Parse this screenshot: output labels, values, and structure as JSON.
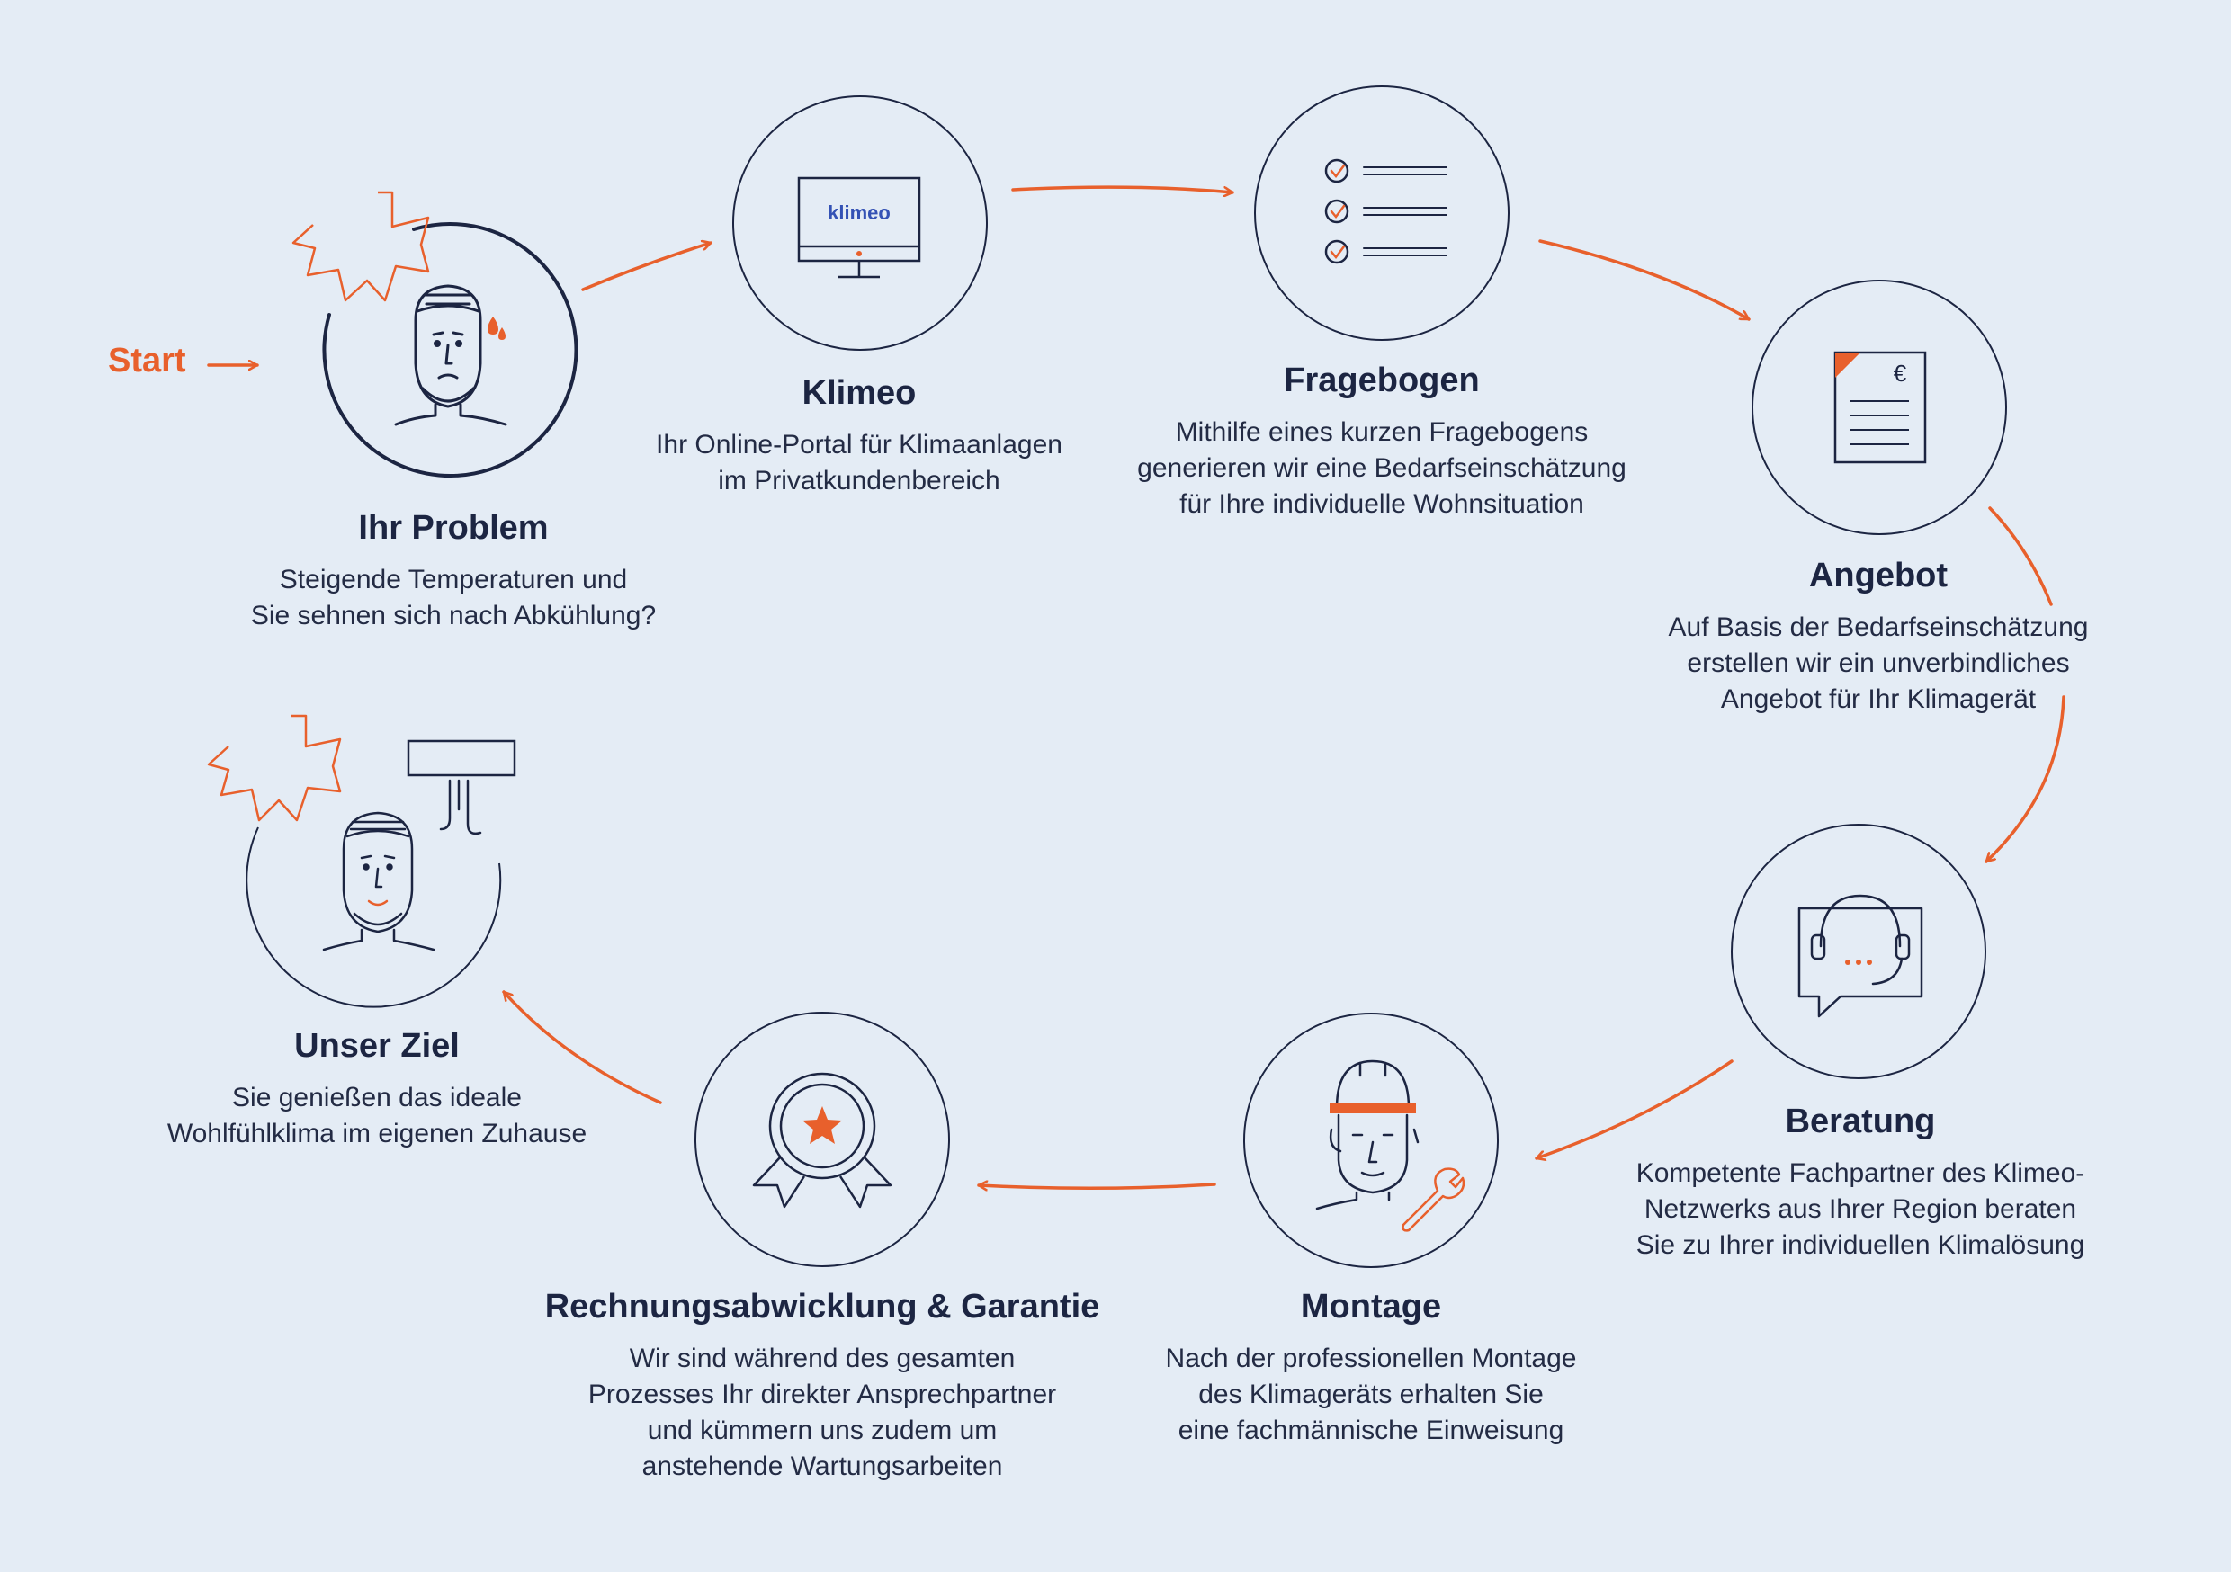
{
  "colors": {
    "background": "#e4ecf5",
    "navy": "#1c2542",
    "accent": "#e8602c",
    "monitor_logo": "#3452b5"
  },
  "start_label": "Start",
  "steps": [
    {
      "id": "problem",
      "icon": "sweating-face-sun-icon",
      "title": "Ihr Problem",
      "lines": [
        "Steigende Temperaturen und",
        "Sie sehnen sich nach Abkühlung?"
      ]
    },
    {
      "id": "klimeo",
      "icon": "computer-monitor-icon",
      "logo_text": "klimeo",
      "title": "Klimeo",
      "lines": [
        "Ihr Online-Portal für Klimaanlagen",
        "im Privatkundenbereich"
      ]
    },
    {
      "id": "fragebogen",
      "icon": "checklist-icon",
      "title": "Fragebogen",
      "lines": [
        "Mithilfe eines kurzen Fragebogens",
        "generieren wir eine Bedarfseinschätzung",
        "für Ihre individuelle Wohnsituation"
      ]
    },
    {
      "id": "angebot",
      "icon": "invoice-document-icon",
      "currency_symbol": "€",
      "title": "Angebot",
      "lines": [
        "Auf Basis der Bedarfseinschätzung",
        "erstellen wir ein unverbindliches",
        "Angebot für Ihr Klimagerät"
      ]
    },
    {
      "id": "beratung",
      "icon": "headset-chat-icon",
      "title": "Beratung",
      "lines": [
        "Kompetente Fachpartner des Klimeo-",
        "Netzwerks aus Ihrer Region beraten",
        "Sie zu Ihrer individuellen Klimalösung"
      ]
    },
    {
      "id": "montage",
      "icon": "technician-helmet-wrench-icon",
      "title": "Montage",
      "lines": [
        "Nach der professionellen Montage",
        "des Klimageräts erhalten Sie",
        "eine fachmännische Einweisung"
      ]
    },
    {
      "id": "rechnung",
      "icon": "award-badge-icon",
      "title": "Rechnungsabwicklung & Garantie",
      "lines": [
        "Wir sind während des gesamten",
        "Prozesses Ihr direkter Ansprechpartner",
        "und kümmern uns zudem um",
        "anstehende Wartungsarbeiten"
      ]
    },
    {
      "id": "ziel",
      "icon": "happy-face-air-conditioner-icon",
      "title": "Unser Ziel",
      "lines": [
        "Sie genießen das ideale",
        "Wohlfühlklima im eigenen Zuhause"
      ]
    }
  ]
}
